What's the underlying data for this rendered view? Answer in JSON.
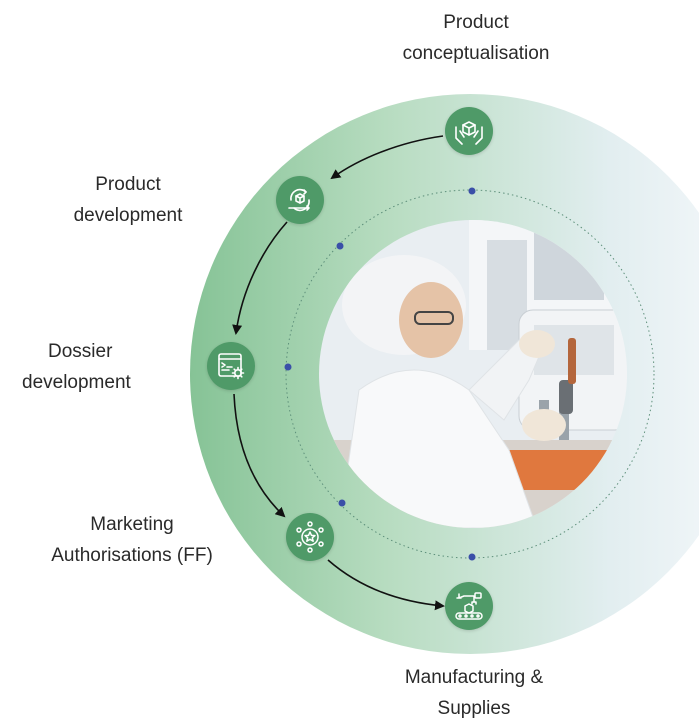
{
  "stages": [
    {
      "id": "product-conceptualisation",
      "lines": [
        "Product",
        "conceptualisation"
      ],
      "icon": "hands-box-icon"
    },
    {
      "id": "product-development",
      "lines": [
        "Product",
        "development"
      ],
      "icon": "cycle-box-icon"
    },
    {
      "id": "dossier-development",
      "lines": [
        "Dossier",
        "development"
      ],
      "icon": "document-gear-icon"
    },
    {
      "id": "marketing-authorisations",
      "lines": [
        "Marketing",
        "Authorisations (FF)"
      ],
      "icon": "network-icon"
    },
    {
      "id": "manufacturing-supplies",
      "lines": [
        "Manufacturing &",
        "Supplies"
      ],
      "icon": "conveyor-robot-icon"
    }
  ],
  "colors": {
    "ring_green": "#8cc59c",
    "node_green": "#4f9a68",
    "dot_blue": "#3a4fa8",
    "arrow": "#111111"
  },
  "photo": {
    "subject": "lab-scientist-photo"
  }
}
